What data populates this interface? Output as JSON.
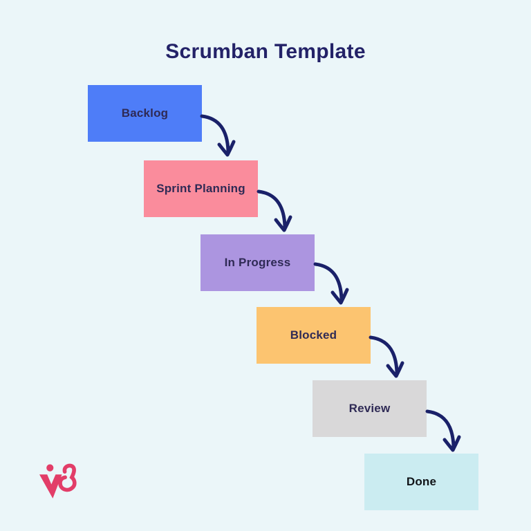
{
  "page": {
    "background_color": "#EBF6F9"
  },
  "title": {
    "text": "Scrumban Template",
    "color": "#232268"
  },
  "diagram": {
    "type": "staircase-flow",
    "arrow_color": "#1A2169",
    "steps": [
      {
        "label": "Backlog",
        "fill": "#4E7DF8",
        "text_color": "#2F2A55"
      },
      {
        "label": "Sprint Planning",
        "fill": "#FA8C9C",
        "text_color": "#2F2A55"
      },
      {
        "label": "In Progress",
        "fill": "#AC95E0",
        "text_color": "#2F2A55"
      },
      {
        "label": "Blocked",
        "fill": "#FCC470",
        "text_color": "#2F2A55"
      },
      {
        "label": "Review",
        "fill": "#D9D8D9",
        "text_color": "#2F2A55"
      },
      {
        "label": "Done",
        "fill": "#CBECF1",
        "text_color": "#111418"
      }
    ]
  },
  "logo": {
    "name": "venngage-logo-mark",
    "color": "#E23D68"
  }
}
